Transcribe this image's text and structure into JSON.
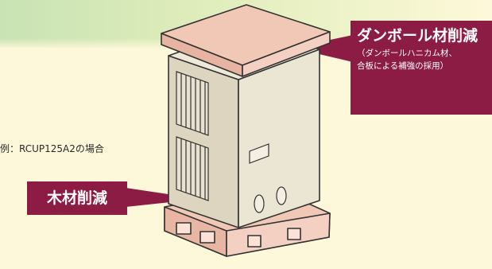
{
  "caption": "例：RCUP125A2の場合",
  "labels": {
    "cardboard": {
      "title": "ダンボール材削減",
      "detail_line1": "（ダンボールハニカム材、",
      "detail_line2": "合板による補強の採用）"
    },
    "wood": {
      "title": "木材削減"
    }
  },
  "colors": {
    "label_bg": "#8c1c43",
    "background": "#fdf8d9",
    "header_band": "#c9e3b4",
    "cardboard_cap": "#f1c7b5",
    "unit_body": "#e8e1cf"
  }
}
